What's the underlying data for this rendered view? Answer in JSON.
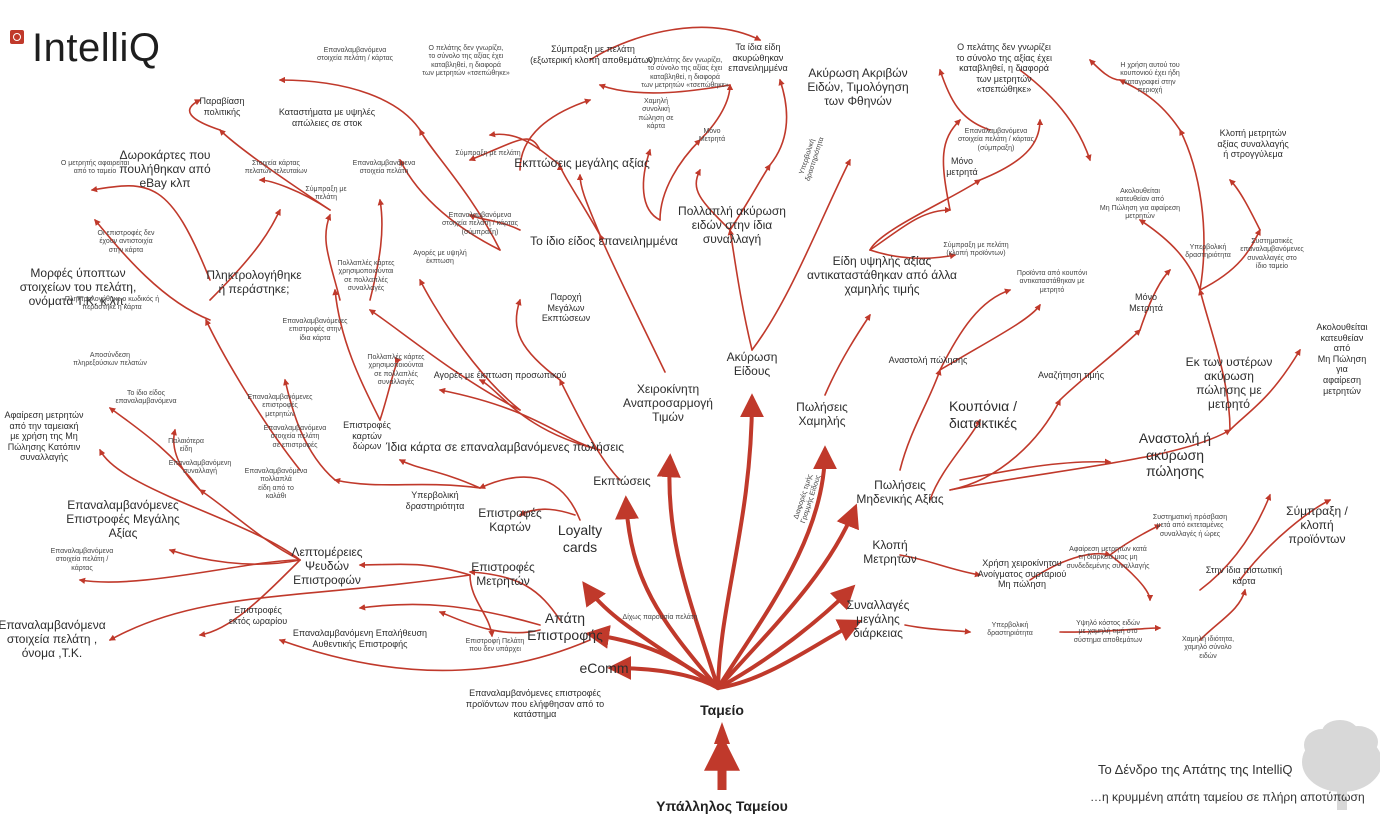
{
  "logo": {
    "text": "IntelliQ",
    "icon": "intelliq-logo-icon"
  },
  "colors": {
    "branch": "#c0392b",
    "text": "#2d2d2d",
    "tree_silhouette": "#d8d8d8"
  },
  "root": {
    "employee": "Υπάλληλος Ταμείου",
    "register": "Ταμείο"
  },
  "footer": {
    "title": "Το Δένδρο της Απάτης της IntelliQ",
    "subtitle": "…η κρυμμένη απάτη ταμείου σε πλήρη αποτύπωση"
  },
  "nodes": {
    "ecomm": "eComm",
    "apati": "Απάτη\nΕπιστροφής",
    "loyalty": "Loyalty\ncards",
    "ekptoseis": "Εκπτώσεις",
    "xeirokiniti": "Χειροκίνητη\nΑναπροσαρμογή\nΤιμών",
    "akyrosi_eidous": "Ακύρωση\nΕίδους",
    "poliseis_xamilis": "Πωλήσεις\nΧαμηλής",
    "mideniki": "Πωλήσεις\nΜηδενικής Αξίας",
    "klopi_metriton": "Κλοπή\nΜετρητών",
    "synallages": "Συναλλαγές\nμεγάλης\nδιάρκειας",
    "epistrofes_metriton": "Επιστροφές\nΜετρητών",
    "epistrofes_karton": "Επιστροφές\nΚαρτών",
    "leptomereies": "Λεπτομέρειες\nΨευδών\nΕπιστροφών",
    "epistrofes_ektos": "Επιστροφές\nεκτός ωραρίου",
    "epanalamv_epalithefsi": "Επαναλαμβανόμενη Επαλήθευση\nΑυθεντικής Επιστροφής",
    "epanal_proionton": "Επαναλαμβανόμενες επιστροφές\nπροϊόντων που ελήφθησαν από το\nκατάστημα",
    "epistrofi_pelati": "Επιστροφή Πελάτη\nπου δεν υπάρχει",
    "epanal_stoixeia_pelati": "Επαναλαμβανόμενα\nστοιχεία πελάτη ,\nόνομα ,Τ.Κ.",
    "epanal_megalis": "Επαναλαμβανόμενες\nΕπιστροφές Μεγάλης\nΑξίας",
    "afairesi": "Αφαίρεση μετρητών\nαπό την ταμειακή\nμε χρήση της Μη\nΠώλησης Κατόπιν\nσυναλλαγής",
    "morfes": "Μορφές ύποπτων\nστοιχείων του πελάτη,\nονόματα Τ.Κ. κ.λπ.",
    "pliktrologi": "Πληκτρολογήθηκε\nή περάστηκε;",
    "doro": "Δωροκάρτες που\nπουλήθηκαν από\neBay κλπ",
    "paravasi": "Παραβίαση\nπολιτικής",
    "katastimata": "Καταστήματα με υψηλές\nαπώλειες σε στοκ",
    "idia_karta": "Ίδια κάρτα σε επαναλαμβανόμενες πωλήσεις",
    "yperv_drast_1": "Υπερβολική\nδραστηριότητα",
    "agores_prosopikou": "Αγορές με έκπτωση προσωπικού",
    "epistrofes_karton_doron": "Επιστροφές\nκαρτών\nδώρων",
    "paroxi": "Παροχή\nΜεγάλων\nΕκπτώσεων",
    "idio_eidos": "Το ίδιο είδος επανειλημμένα",
    "ekptoseis_megalis": "Εκπτώσεις μεγάλης αξίας",
    "symprasi_pelati": "Σύμπραξη με πελάτη\n(εξωτερική κλοπή αποθεμάτων)",
    "idia_eidi": "Τα ίδια είδη\nακυρώθηκαν\nεπανειλημμένα",
    "pollapli": "Πολλαπλή ακύρωση\nειδών στην ίδια\nσυναλλαγή",
    "akyrosi_akrivon": "Ακύρωση Ακριβών\nΕιδών, Τιμολόγηση\nτων Φθηνών",
    "eidi_ypsilis": "Είδη υψηλής αξίας\nαντικαταστάθηκαν από άλλα\nχαμηλής τιμής",
    "o_pelatis_right": "Ο πελάτης δεν γνωρίζει\nτο σύνολο της αξίας έχει\nκαταβληθεί, η διαφορά\nτων μετρητών\n«τσεπώθηκε»",
    "mono_metrita": "Μόνο\nμετρητά",
    "anastoli_polisis": "Αναστολή πώλησης",
    "kouponia": "Κουπόνια /\nδιατακτικές",
    "anazitisi": "Αναζήτηση τιμής",
    "mono_metrita_2": "Μόνο\nΜετρητά",
    "ek_ton_ysteron": "Εκ των υστέρων\nακύρωση\nπώλησης με\nμετρητό",
    "akolouthei": "Ακολουθείται\nκατευθείαν από\nΜη Πώληση για\nαφαίρεση μετρητών",
    "klopi_metriton_axias": "Κλοπή μετρητών\nαξίας συναλλαγής\nή στρογγύλεμα",
    "anastoli_akyrosi": "Αναστολή ή\nακύρωση\nπώλησης",
    "symprasi_klopi": "Σύμπραξη / κλοπή\nπροϊόντων",
    "stin_idia": "Στην ίδια πιστωτική\nκάρτα",
    "xrisi": "Χρήση χειροκίνητου\nΑνοίγματος συρταριού\nΜη πώληση",
    "yperv_drast_2": "Υπερβολική\nδραστηριότητα",
    "diafora_times": "Διαφορές τιμής\nΓραμμής Είδους",
    "yperv_drast_3": "Υπερβολική\nδραστηριότητα",
    "dixos_paroysia": "Δίχως παρουσία πελάτη",
    "anakoinosi": "Αποσύνδεση\nπληρεξούσιων πελατών",
    "karta_kodikos": "Πληκτρολογήθηκε ο κωδικός ή\nπεράστηκε η κάρτα",
    "mikri_1": "Επαναλαμβανόμενα\nστοιχεία πελάτη / κάρτας",
    "mikri_2": "Ο πελάτης δεν γνωρίζει,\nτο σύνολο της αξίας έχει\nκαταβληθεί, η διαφορά\nτων μετρητών «τσεπώθηκε»",
    "mikri_3": "Ο πελάτης δεν γνωρίζει,\nτο σύνολο της αξίας έχει\nκαταβληθεί, η διαφορά\nτων μετρητών «τσεπώθηκε»",
    "mikri_4": "Μόνο\nΜετρητά",
    "mikri_5": "Χαμηλή\nσυνολική\nπώληση σε\nκάρτα",
    "mikri_6": "Σύμπραξη με πελάτη",
    "mikri_7": "Επαναλαμβανόμενα\nστοιχεία πελάτη / κάρτας\n(σύμπραξη)",
    "mikri_8": "Σύμπραξη με πελάτη\n(κλοπή προϊόντων)",
    "mikri_9": "Επαναλαμβανόμενα\nστοιχεία πελάτη / κάρτας\n(σύμπραξη)",
    "mikri_10": "Προϊόντα από κουπόνι\nαντικαταστάθηκαν με\nμετρητό",
    "mikri_11": "Ακολουθείται\nκατευθείαν από\nΜη Πώληση για αφαίρεση\nμετρητών",
    "mikri_12": "Η χρήση αυτού του\nκουπονιού έχει ήδη\nκαταγραφεί στην\nπεριοχή",
    "mikri_13": "Υπερβολική\nδραστηριότητα",
    "mikri_14": "Συστηματικές\nεπαναλαμβανόμενες\nσυναλλαγές στο\nίδιο ταμείο",
    "mikri_15": "Συστηματική πρόσβαση\nμετά από εκτεταμένες\nσυναλλαγές ή ώρες",
    "mikri_16": "Αφαίρεση μετρητών κατά\nτη διάρκεια μιας μη\nσυνδεδεμένης συναλλαγής",
    "mikri_17": "Υπερβολική\nδραστηριότητα",
    "mikri_18": "Υψηλό κόστος ειδών\nμε χαμηλή τιμή στο\nσύστημα αποθεμάτων",
    "mikri_19": "Χαμηλή ιδιότητα,\nχαμηλό σύνολο\nειδών",
    "mikri_20": "Επαναλαμβανόμενα\nστοιχεία πελάτη /\nκάρτας",
    "mikri_21": "Επαναλαμβανόμενη\nσυναλλαγή",
    "mikri_22": "Το ίδιο είδος\nεπαναλαμβανόμενα",
    "mikri_23": "Επαναλαμβανόμενα\nπολλαπλά\nείδη από το\nκαλάθι",
    "mikri_24": "Επαναλαμβανόμενες\nεπιστροφές\nμετρητών",
    "mikri_25": "Επαναλαμβανόμενες\nεπιστροφές στην\nίδια κάρτα",
    "mikri_26": "Πολλαπλές κάρτες\nχρησιμοποιούνται\nσε πολλαπλές\nσυναλλαγές",
    "mikri_27": "Πολλαπλές κάρτες\nχρησιμοποιούνται\nσε πολλαπλές\nσυναλλαγές",
    "mikri_28": "Αγορές με υψηλή\nέκπτωση",
    "mikri_29": "Σύμπραξη με\nπελάτη",
    "mikri_30": "Επαναλαμβανόμενα\nστοιχεία πελάτη",
    "mikri_31": "Στοιχεία κάρτας\nπελατών τελευταίων",
    "mikri_32": "Οι επιστροφές δεν\nέχουν αντιστοιχία\nστην κάρτα",
    "mikri_33": "Ο μετρητής αφαιρείται\nαπό το ταμείο",
    "mikri_34": "Παλαιότερα\nείδη",
    "mikri_35": "Επαναλαμβανόμενα\nστοιχεία πελάτη\nσε επιστροφές"
  }
}
